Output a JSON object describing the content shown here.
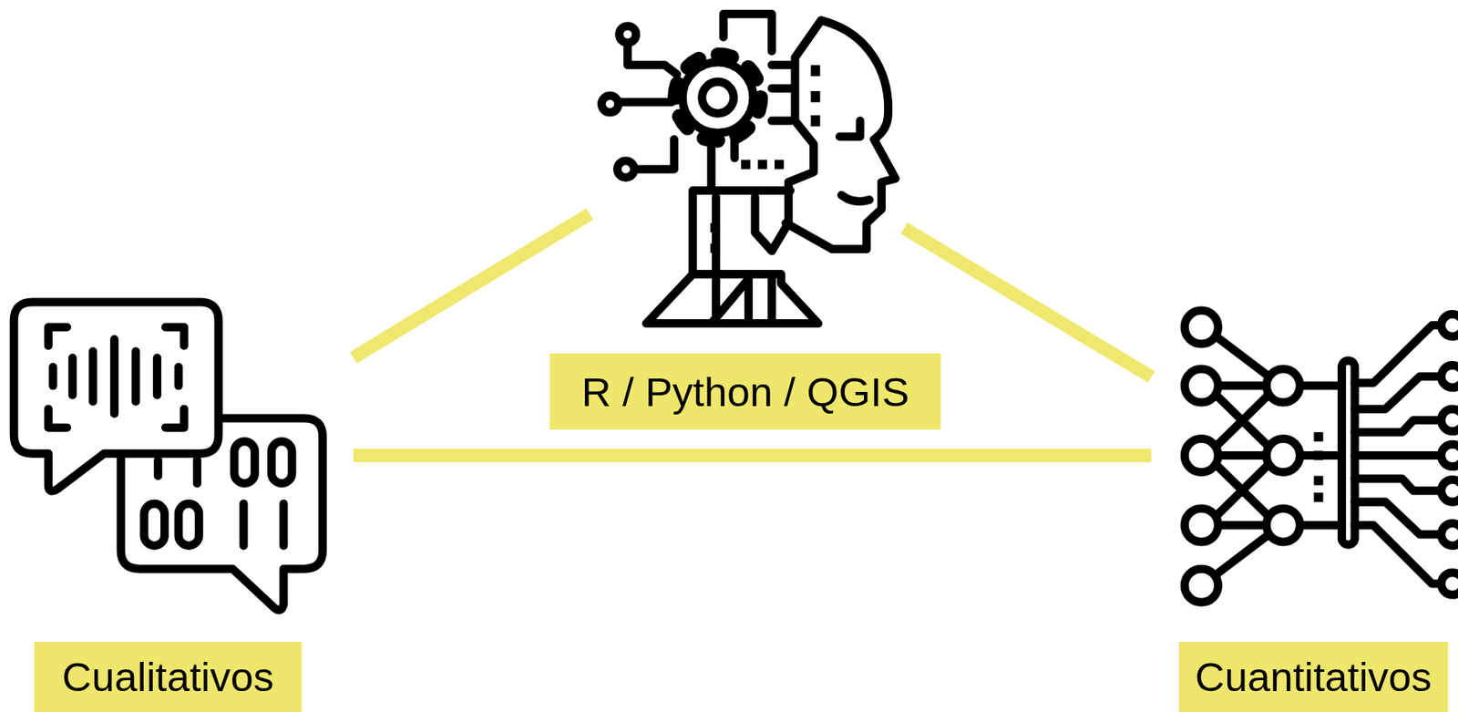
{
  "diagram": {
    "nodes": [
      {
        "text": [
          "R / Python / QGIS"
        ]
      },
      {
        "text": [
          "Cualitativos"
        ]
      },
      {
        "text": [
          "Cuantitativos"
        ]
      }
    ],
    "edges": [
      {
        "from": 1,
        "to": 0,
        "arrow": "none"
      },
      {
        "from": 0,
        "to": 2,
        "arrow": "none"
      },
      {
        "from": 1,
        "to": 2,
        "arrow": "none"
      }
    ]
  }
}
